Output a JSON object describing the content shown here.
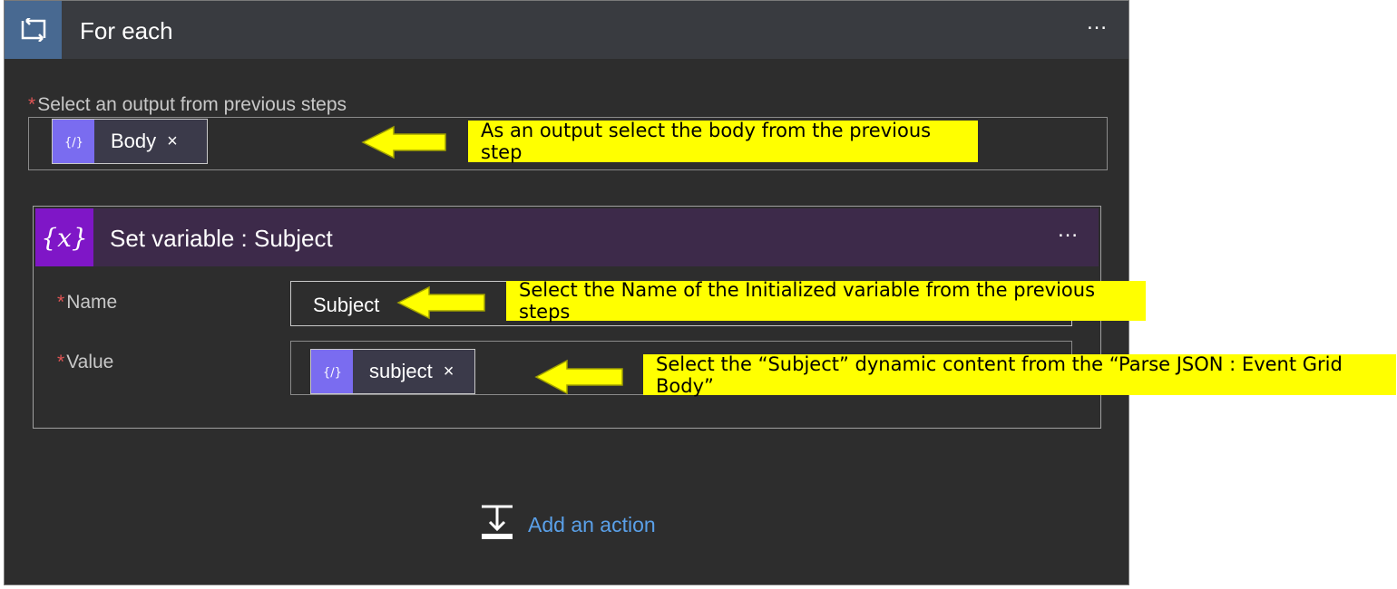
{
  "for_each": {
    "title": "For each",
    "more_icon": "…",
    "output_label": "Select an output from previous steps",
    "required_mark": "*",
    "token": {
      "label": "Body",
      "close": "×",
      "icon": "expression-icon"
    }
  },
  "set_variable": {
    "title": "Set variable : Subject",
    "icon_text": "{x}",
    "more_icon": "…",
    "name_label": "Name",
    "name_value": "Subject",
    "value_label": "Value",
    "value_token": {
      "label": "subject",
      "close": "×",
      "icon": "expression-icon"
    }
  },
  "add_action": {
    "label": "Add an action"
  },
  "callouts": {
    "output": "As an output select the body from the previous step",
    "name": "Select the Name of the Initialized variable from the previous steps",
    "value": "Select the “Subject” dynamic content from the “Parse JSON : Event Grid Body”"
  },
  "colors": {
    "callout": "#ffff00",
    "panel": "#2d2d2d",
    "header": "#393b40",
    "loop_tile": "#486991",
    "variable_tile": "#7f16c7",
    "token_icon": "#7a6cf0",
    "link": "#5aa0e8",
    "required": "#e05555"
  }
}
